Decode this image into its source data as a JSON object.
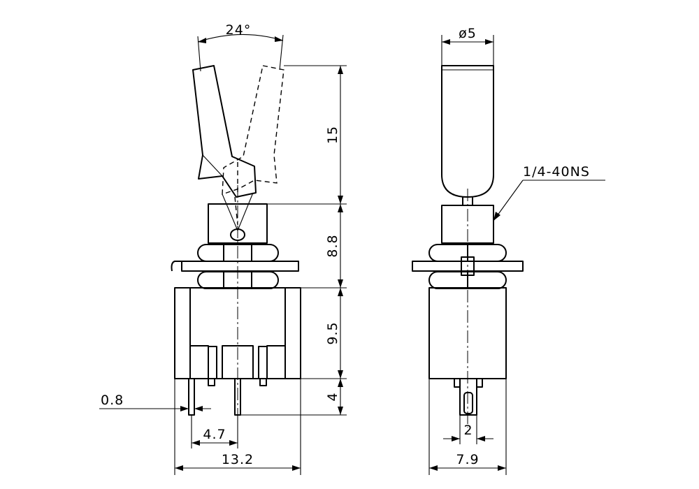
{
  "dimensions": {
    "angle": "24°",
    "lever_height": "15",
    "bushing_height": "8.8",
    "body_height": "9.5",
    "terminal_length": "4",
    "terminal_thickness": "0.8",
    "terminal_pitch": "4.7",
    "body_width": "13.2",
    "lever_diameter": "ø5",
    "thread_spec": "1/4-40NS",
    "terminal_width": "2",
    "body_depth": "7.9"
  }
}
